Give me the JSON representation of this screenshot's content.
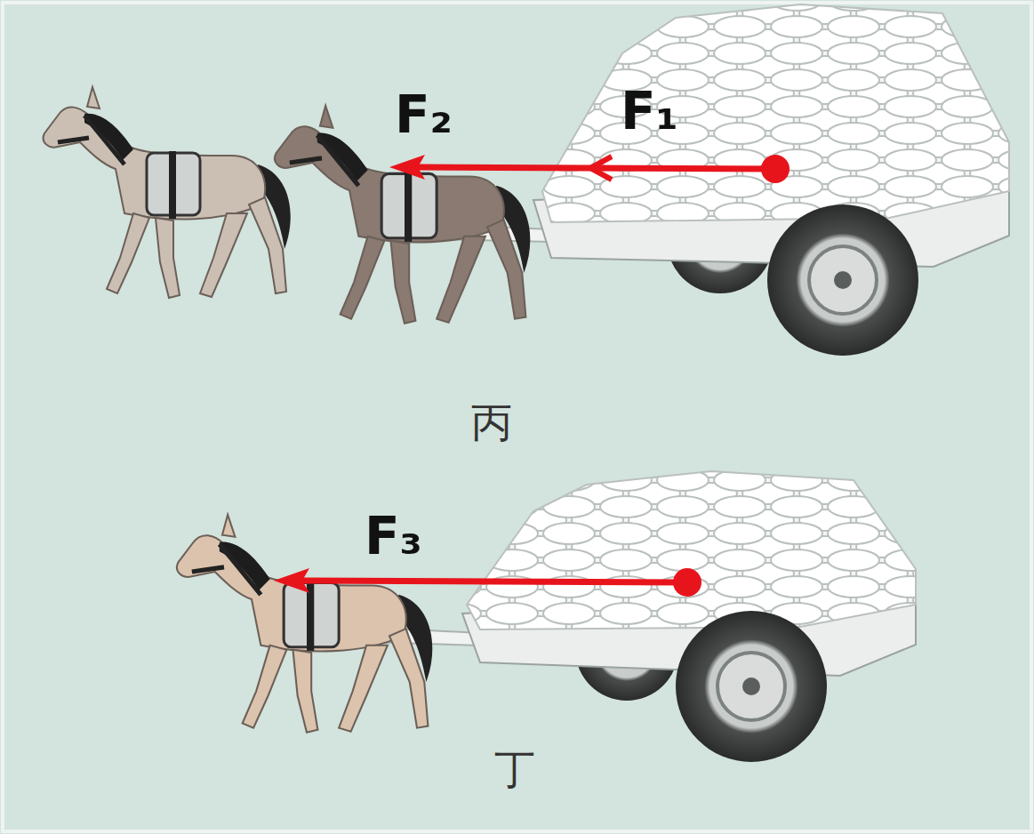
{
  "diagram": {
    "labels": [
      "F₂",
      "F₁",
      "丙",
      "F₃",
      "丁"
    ]
  }
}
